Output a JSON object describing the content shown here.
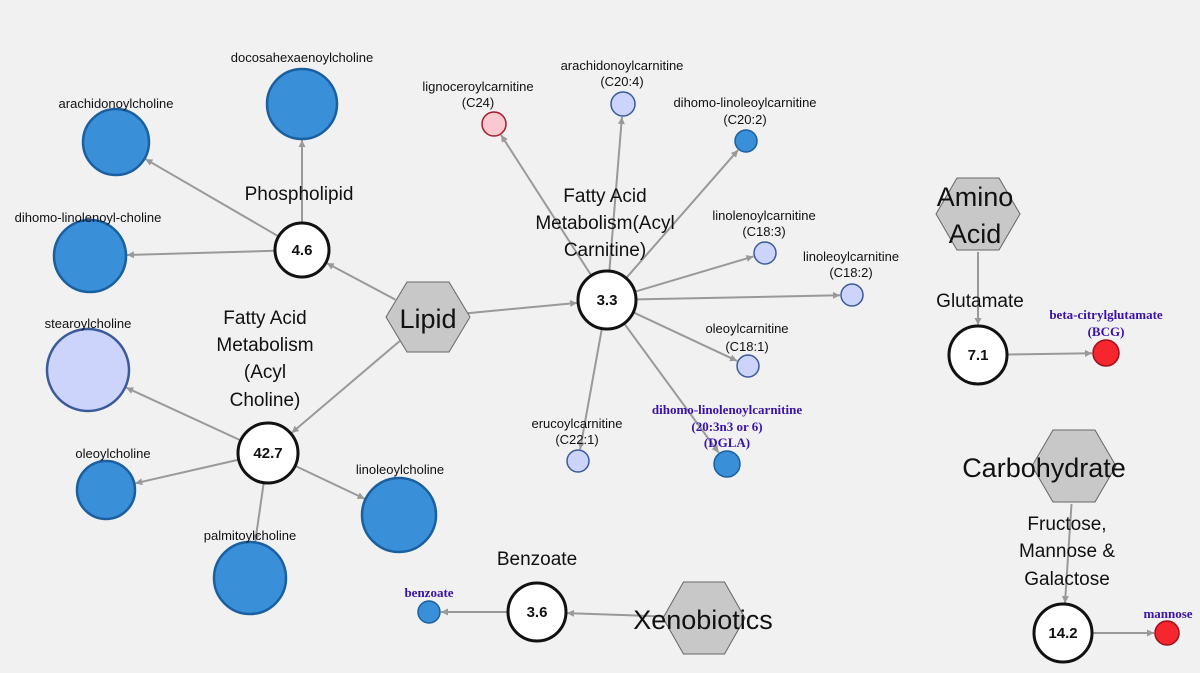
{
  "colors": {
    "background": "#f1f1f1",
    "edge": "#999999",
    "category_fill": "#c8c8c8",
    "decreased_strong": "#3a8fd9",
    "decreased_weak": "#ccd4fb",
    "increased_weak": "#fbc8d0",
    "increased_strong": "#f5262e",
    "highlight_text": "#3a12a8"
  },
  "categories": [
    {
      "id": "lipid",
      "label": [
        "Lipid"
      ]
    },
    {
      "id": "xeno",
      "label": [
        "Xenobiotics"
      ]
    },
    {
      "id": "amino",
      "label": [
        "Amino",
        "Acid"
      ]
    },
    {
      "id": "carb",
      "label": [
        "Carbohydrate"
      ]
    }
  ],
  "pathways": [
    {
      "id": "phos",
      "value": "4.6",
      "label": [
        "Phospholipid"
      ]
    },
    {
      "id": "acylcho",
      "value": "42.7",
      "label": [
        "Fatty Acid",
        "Metabolism",
        "(Acyl",
        "Choline)"
      ]
    },
    {
      "id": "acylcar",
      "value": "3.3",
      "label": [
        "Fatty Acid",
        "Metabolism(Acyl",
        "Carnitine)"
      ]
    },
    {
      "id": "benz",
      "value": "3.6",
      "label": [
        "Benzoate"
      ]
    },
    {
      "id": "glu",
      "value": "7.1",
      "label": [
        "Glutamate"
      ]
    },
    {
      "id": "fmg",
      "value": "14.2",
      "label": [
        "Fructose,",
        "Mannose &",
        "Galactose"
      ]
    }
  ],
  "metabolites": [
    {
      "id": "dha",
      "label": [
        "docosahexaenoylcholine"
      ],
      "color": "decreased_strong",
      "highlight": false
    },
    {
      "id": "arach",
      "label": [
        "arachidonoylcholine"
      ],
      "color": "decreased_strong",
      "highlight": false
    },
    {
      "id": "dhlc",
      "label": [
        "dihomo-linolenoyl-choline"
      ],
      "color": "decreased_strong",
      "highlight": false
    },
    {
      "id": "stear",
      "label": [
        "stearoylcholine"
      ],
      "color": "decreased_weak",
      "highlight": false
    },
    {
      "id": "oleo",
      "label": [
        "oleoylcholine"
      ],
      "color": "decreased_strong",
      "highlight": false
    },
    {
      "id": "palm",
      "label": [
        "palmitoylcholine"
      ],
      "color": "decreased_strong",
      "highlight": false
    },
    {
      "id": "linoc",
      "label": [
        "linoleoylcholine"
      ],
      "color": "decreased_strong",
      "highlight": false
    },
    {
      "id": "c24",
      "label": [
        "lignoceroylcarnitine",
        "(C24)"
      ],
      "color": "increased_weak",
      "highlight": false
    },
    {
      "id": "c204",
      "label": [
        "arachidonoylcarnitine",
        "(C20:4)"
      ],
      "color": "decreased_weak",
      "highlight": false
    },
    {
      "id": "c202",
      "label": [
        "dihomo-linoleoylcarnitine",
        "(C20:2)"
      ],
      "color": "decreased_strong",
      "highlight": false
    },
    {
      "id": "c183",
      "label": [
        "linolenoylcarnitine",
        "(C18:3)"
      ],
      "color": "decreased_weak",
      "highlight": false
    },
    {
      "id": "c182",
      "label": [
        "linoleoylcarnitine",
        "(C18:2)"
      ],
      "color": "decreased_weak",
      "highlight": false
    },
    {
      "id": "c181",
      "label": [
        "oleoylcarnitine",
        "(C18:1)"
      ],
      "color": "decreased_weak",
      "highlight": false
    },
    {
      "id": "c221",
      "label": [
        "erucoylcarnitine",
        "(C22:1)"
      ],
      "color": "decreased_weak",
      "highlight": false
    },
    {
      "id": "dgla",
      "label": [
        "dihomo-linolenoylcarnitine",
        "(20:3n3 or 6)",
        "(DGLA)"
      ],
      "color": "decreased_strong",
      "highlight": true
    },
    {
      "id": "benzoate",
      "label": [
        "benzoate"
      ],
      "color": "decreased_strong",
      "highlight": true
    },
    {
      "id": "bcg",
      "label": [
        "beta-citrylglutamate",
        "(BCG)"
      ],
      "color": "increased_strong",
      "highlight": true
    },
    {
      "id": "mannose",
      "label": [
        "mannose"
      ],
      "color": "increased_strong",
      "highlight": true
    }
  ],
  "edges": [
    [
      "lipid",
      "phos"
    ],
    [
      "lipid",
      "acylcho"
    ],
    [
      "lipid",
      "acylcar"
    ],
    [
      "phos",
      "dha"
    ],
    [
      "phos",
      "arach"
    ],
    [
      "phos",
      "dhlc"
    ],
    [
      "acylcho",
      "stear"
    ],
    [
      "acylcho",
      "oleo"
    ],
    [
      "acylcho",
      "palm"
    ],
    [
      "acylcho",
      "linoc"
    ],
    [
      "acylcar",
      "c24"
    ],
    [
      "acylcar",
      "c204"
    ],
    [
      "acylcar",
      "c202"
    ],
    [
      "acylcar",
      "c183"
    ],
    [
      "acylcar",
      "c182"
    ],
    [
      "acylcar",
      "c181"
    ],
    [
      "acylcar",
      "c221"
    ],
    [
      "acylcar",
      "dgla"
    ],
    [
      "xeno",
      "benz"
    ],
    [
      "benz",
      "benzoate"
    ],
    [
      "amino",
      "glu"
    ],
    [
      "glu",
      "bcg"
    ],
    [
      "carb",
      "fmg"
    ],
    [
      "fmg",
      "mannose"
    ]
  ]
}
